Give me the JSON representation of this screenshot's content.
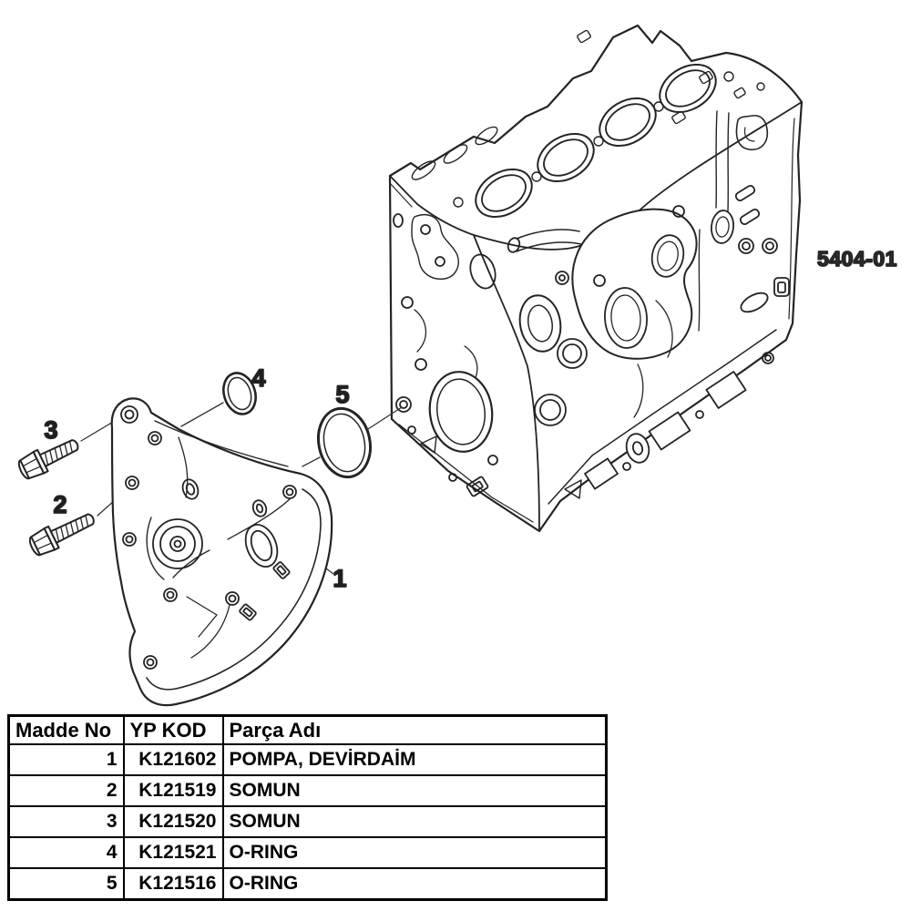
{
  "figure": {
    "code": "5404-01",
    "callouts": {
      "c1": "1",
      "c2": "2",
      "c3": "3",
      "c4": "4",
      "c5": "5"
    }
  },
  "parts_table": {
    "headers": {
      "madde_no": "Madde No",
      "yp_kod": "YP KOD",
      "parca_adi": "Parça Adı"
    },
    "rows": [
      {
        "madde_no": "1",
        "yp_kod": "K121602",
        "parca_adi": "POMPA, DEVİRDAİM"
      },
      {
        "madde_no": "2",
        "yp_kod": "K121519",
        "parca_adi": "SOMUN"
      },
      {
        "madde_no": "3",
        "yp_kod": "K121520",
        "parca_adi": "SOMUN"
      },
      {
        "madde_no": "4",
        "yp_kod": "K121521",
        "parca_adi": "O-RING"
      },
      {
        "madde_no": "5",
        "yp_kod": "K121516",
        "parca_adi": "O-RING"
      }
    ]
  },
  "colors": {
    "line": "#242424",
    "text": "#000000",
    "table_border": "#000000",
    "background": "#ffffff"
  }
}
